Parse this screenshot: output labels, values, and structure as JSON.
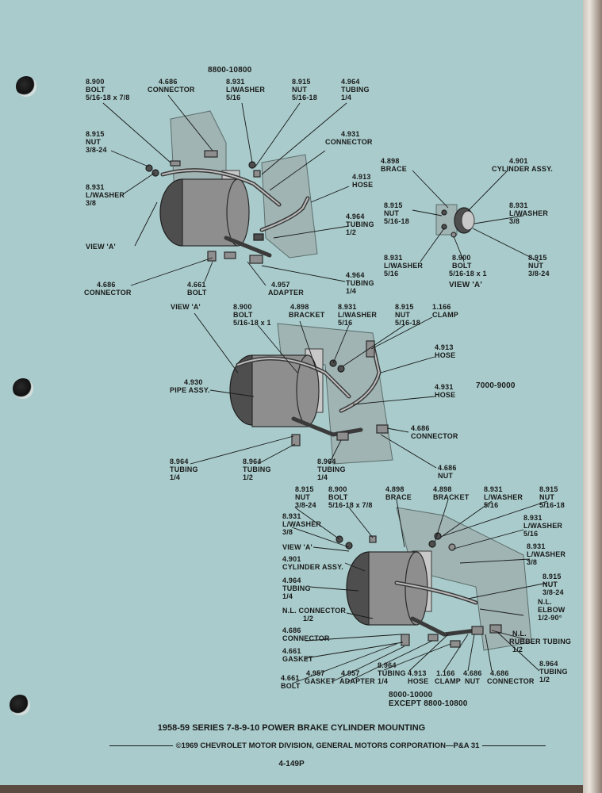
{
  "diagram1": {
    "series": "8800-10800",
    "labels": [
      {
        "num": "8.900",
        "lines": [
          "BOLT",
          "5/16-18 x 7/8"
        ]
      },
      {
        "num": "4.686",
        "lines": [
          "CONNECTOR"
        ]
      },
      {
        "num": "8.931",
        "lines": [
          "L/WASHER",
          "5/16"
        ]
      },
      {
        "num": "8.915",
        "lines": [
          "NUT",
          "5/16-18"
        ]
      },
      {
        "num": "4.964",
        "lines": [
          "TUBING",
          "1/4"
        ]
      },
      {
        "num": "8.915",
        "lines": [
          "NUT",
          "3/8-24"
        ]
      },
      {
        "num": "4.931",
        "lines": [
          "CONNECTOR"
        ]
      },
      {
        "num": "8.931",
        "lines": [
          "L/WASHER",
          "3/8"
        ]
      },
      {
        "num": "4.913",
        "lines": [
          "HOSE"
        ]
      },
      {
        "num": "4.964",
        "lines": [
          "TUBING",
          "1/2"
        ]
      },
      {
        "num": "4.964",
        "lines": [
          "TUBING",
          "1/4"
        ]
      },
      {
        "num": "4.686",
        "lines": [
          "CONNECTOR"
        ]
      },
      {
        "num": "4.661",
        "lines": [
          "BOLT"
        ]
      },
      {
        "num": "4.957",
        "lines": [
          "ADAPTER"
        ]
      }
    ],
    "view_a": "VIEW 'A'"
  },
  "view_a_detail": {
    "title": "VIEW 'A'",
    "labels": [
      {
        "num": "4.898",
        "lines": [
          "BRACE"
        ]
      },
      {
        "num": "4.901",
        "lines": [
          "CYLINDER ASSY."
        ]
      },
      {
        "num": "8.915",
        "lines": [
          "NUT",
          "5/16-18"
        ]
      },
      {
        "num": "8.931",
        "lines": [
          "L/WASHER",
          "3/8"
        ]
      },
      {
        "num": "8.931",
        "lines": [
          "L/WASHER",
          "5/16"
        ]
      },
      {
        "num": "8.900",
        "lines": [
          "BOLT",
          "5/16-18 x 1"
        ]
      },
      {
        "num": "8.915",
        "lines": [
          "NUT",
          "3/8-24"
        ]
      }
    ]
  },
  "diagram2": {
    "series": "7000-9000",
    "view_a": "VIEW 'A'",
    "labels": [
      {
        "num": "8.900",
        "lines": [
          "BOLT",
          "5/16-18 x 1"
        ]
      },
      {
        "num": "4.898",
        "lines": [
          "BRACKET"
        ]
      },
      {
        "num": "8.931",
        "lines": [
          "L/WASHER",
          "5/16"
        ]
      },
      {
        "num": "8.915",
        "lines": [
          "NUT",
          "5/16-18"
        ]
      },
      {
        "num": "1.166",
        "lines": [
          "CLAMP"
        ]
      },
      {
        "num": "4.913",
        "lines": [
          "HOSE"
        ]
      },
      {
        "num": "4.930",
        "lines": [
          "PIPE ASSY."
        ]
      },
      {
        "num": "4.931",
        "lines": [
          "HOSE"
        ]
      },
      {
        "num": "4.686",
        "lines": [
          "CONNECTOR"
        ]
      },
      {
        "num": "8.964",
        "lines": [
          "TUBING",
          "1/4"
        ]
      },
      {
        "num": "8.964",
        "lines": [
          "TUBING",
          "1/2"
        ]
      },
      {
        "num": "8.964",
        "lines": [
          "TUBING",
          "1/4"
        ]
      },
      {
        "num": "4.686",
        "lines": [
          "NUT"
        ]
      }
    ]
  },
  "diagram3": {
    "series": [
      "8000-10000",
      "EXCEPT 8800-10800"
    ],
    "view_a": "VIEW 'A'",
    "labels": [
      {
        "num": "8.915",
        "lines": [
          "NUT",
          "3/8-24"
        ]
      },
      {
        "num": "8.900",
        "lines": [
          "BOLT",
          "5/16-18 x 7/8"
        ]
      },
      {
        "num": "4.898",
        "lines": [
          "BRACE"
        ]
      },
      {
        "num": "4.898",
        "lines": [
          "BRACKET"
        ]
      },
      {
        "num": "8.931",
        "lines": [
          "L/WASHER",
          "5/16"
        ]
      },
      {
        "num": "8.915",
        "lines": [
          "NUT",
          "5/16-18"
        ]
      },
      {
        "num": "8.931",
        "lines": [
          "L/WASHER",
          "3/8"
        ]
      },
      {
        "num": "8.931",
        "lines": [
          "L/WASHER",
          "5/16"
        ]
      },
      {
        "num": "8.931",
        "lines": [
          "L/WASHER",
          "3/8"
        ]
      },
      {
        "num": "4.901",
        "lines": [
          "CYLINDER ASSY."
        ]
      },
      {
        "num": "4.964",
        "lines": [
          "TUBING",
          "1/4"
        ]
      },
      {
        "num": "8.915",
        "lines": [
          "NUT",
          "3/8-24"
        ]
      },
      {
        "num": "N.L.",
        "lines": [
          "ELBOW",
          "1/2-90°"
        ]
      },
      {
        "num": "N.L. CONNECTOR",
        "lines": [
          "1/2"
        ]
      },
      {
        "num": "4.686",
        "lines": [
          "CONNECTOR"
        ]
      },
      {
        "num": "N.L.",
        "lines": [
          "RUBBER TUBING",
          "1/2"
        ]
      },
      {
        "num": "4.661",
        "lines": [
          "GASKET"
        ]
      },
      {
        "num": "8.964",
        "lines": [
          "TUBING",
          "1/2"
        ]
      },
      {
        "num": "4.661",
        "lines": [
          "BOLT"
        ]
      },
      {
        "num": "4.957",
        "lines": [
          "GASKET"
        ]
      },
      {
        "num": "4.957",
        "lines": [
          "ADAPTER"
        ]
      },
      {
        "num": "8.964",
        "lines": [
          "TUBING",
          "1/4"
        ]
      },
      {
        "num": "4.913",
        "lines": [
          "HOSE"
        ]
      },
      {
        "num": "1.166",
        "lines": [
          "CLAMP"
        ]
      },
      {
        "num": "4.686",
        "lines": [
          "NUT"
        ]
      },
      {
        "num": "4.686",
        "lines": [
          "CONNECTOR"
        ]
      }
    ]
  },
  "footer": {
    "title": "1958-59 SERIES 7-8-9-10 POWER BRAKE CYLINDER MOUNTING",
    "copyright": "©1969 CHEVROLET MOTOR DIVISION, GENERAL MOTORS CORPORATION—P&A 31",
    "page": "4-149P"
  },
  "colors": {
    "paper": "#a9cbcb",
    "ink": "#1a1a1a",
    "binder": "#5a4a40"
  }
}
